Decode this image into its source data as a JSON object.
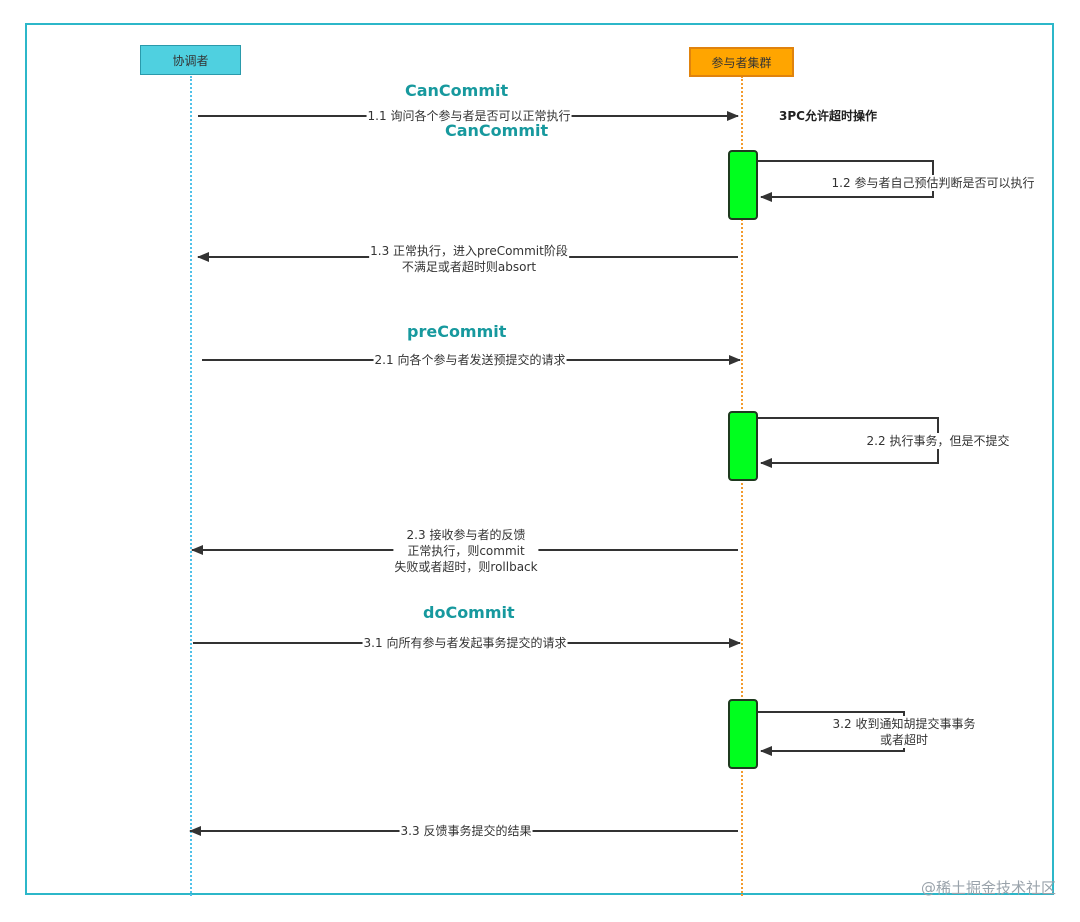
{
  "actors": {
    "coordinator": "协调者",
    "cluster": "参与者集群"
  },
  "phases": {
    "can_commit_1": "CanCommit",
    "can_commit_2": "CanCommit",
    "pre_commit": "preCommit",
    "do_commit": "doCommit"
  },
  "note": "3PC允许超时操作",
  "messages": {
    "m1_1": "1.1 询问各个参与者是否可以正常执行",
    "m1_2": "1.2 参与者自己预估判断是否可以执行",
    "m1_3": [
      "1.3 正常执行，进入preCommit阶段",
      "不满足或者超时则absort"
    ],
    "m2_1": "2.1 向各个参与者发送预提交的请求",
    "m2_2": "2.2 执行事务，但是不提交",
    "m2_3": [
      "2.3 接收参与者的反馈",
      "正常执行，则commit",
      "失败或者超时，则rollback"
    ],
    "m3_1": "3.1 向所有参与者发起事务提交的请求",
    "m3_2": [
      "3.2 收到通知胡提交事事务",
      "或者超时"
    ],
    "m3_3": "3.3 反馈事务提交的结果"
  },
  "watermark": "@稀土掘金技术社区",
  "colors": {
    "frame": "#2cb7c9",
    "coordinator_fill": "#4fd0e0",
    "cluster_fill": "#ffa500",
    "activation_fill": "#00ff1e",
    "phase_title": "#17999e",
    "arrow": "#333333"
  }
}
